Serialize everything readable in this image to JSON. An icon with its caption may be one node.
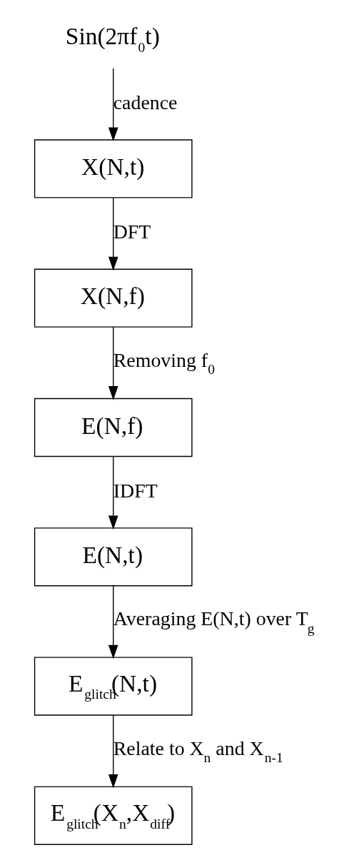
{
  "diagram": {
    "nodes": [
      {
        "text": [
          "Sin(2πf$_{0}$t)"
        ]
      },
      {
        "text": [
          "X(N,t)"
        ]
      },
      {
        "text": [
          "X(N,f)"
        ]
      },
      {
        "text": [
          "E(N,f)"
        ]
      },
      {
        "text": [
          "E(N,t)"
        ]
      },
      {
        "text": [
          "E$_{glitch}$(N,t)"
        ]
      },
      {
        "text": [
          "E$_{glitch}$(X$_{n}$,X$_{diff}$)"
        ]
      }
    ],
    "edges": [
      {
        "from": 0,
        "to": 1,
        "arrow": "to",
        "label": "cadence"
      },
      {
        "from": 1,
        "to": 2,
        "arrow": "to",
        "label": "DFT"
      },
      {
        "from": 2,
        "to": 3,
        "arrow": "to",
        "label": "Removing f$_{0}$"
      },
      {
        "from": 3,
        "to": 4,
        "arrow": "to",
        "label": "IDFT"
      },
      {
        "from": 4,
        "to": 5,
        "arrow": "to",
        "label": "Averaging E(N,t) over T$_{g}$"
      },
      {
        "from": 5,
        "to": 6,
        "arrow": "to",
        "label": "Relate to X$_{n}$ and X$_{n-1}$"
      }
    ]
  }
}
